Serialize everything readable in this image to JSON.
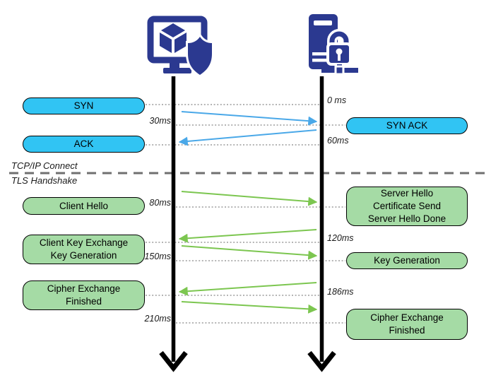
{
  "sections": {
    "tcp_label": "TCP/IP Connect",
    "tls_label": "TLS Handshake"
  },
  "timeline": {
    "t0": "0 ms",
    "t30": "30ms",
    "t60": "60ms",
    "t80": "80ms",
    "t120": "120ms",
    "t150": "150ms",
    "t186": "186ms",
    "t210": "210ms"
  },
  "client": {
    "syn": "SYN",
    "ack": "ACK",
    "client_hello": "Client Hello",
    "client_key_exchange": [
      "Client Key Exchange",
      "Key Generation"
    ],
    "cipher_exchange": [
      "Cipher Exchange",
      "Finished"
    ]
  },
  "server": {
    "syn_ack": "SYN ACK",
    "server_hello": [
      "Server Hello",
      "Certificate Send",
      "Server Hello Done"
    ],
    "key_generation": "Key Generation",
    "cipher_exchange": [
      "Cipher Exchange",
      "Finished"
    ]
  },
  "icons": {
    "client": "secure-client-computer-icon",
    "server": "secure-server-lock-icon"
  },
  "colors": {
    "tcp_box": "#31C4F3",
    "tls_box": "#A5DBA5",
    "tcp_arrow": "#4AA8E8",
    "tls_arrow": "#7CC650",
    "icon_navy": "#2B3990",
    "line_dotted": "#9B9B9B",
    "line_dashed": "#6F6F6F",
    "lifeline": "#000000"
  }
}
